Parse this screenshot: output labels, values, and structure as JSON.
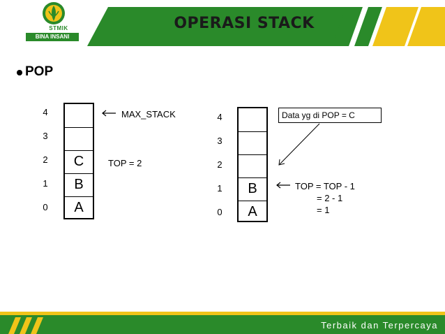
{
  "logo": {
    "name": "STMIK",
    "subtitle": "BINA INSANI"
  },
  "header": {
    "title": "OPERASI STACK"
  },
  "bullet": {
    "text": "POP"
  },
  "diagram_before": {
    "indices": [
      "4",
      "3",
      "2",
      "1",
      "0"
    ],
    "cells": [
      "",
      "",
      "C",
      "B",
      "A"
    ],
    "max_label": "MAX_STACK",
    "top_label": "TOP = 2"
  },
  "diagram_after": {
    "indices": [
      "4",
      "3",
      "2",
      "1",
      "0"
    ],
    "cells": [
      "",
      "",
      "",
      "B",
      "A"
    ],
    "callout": "Data yg di POP = C",
    "calc_line1": "TOP = TOP - 1",
    "calc_line2": "= 2 - 1",
    "calc_line3": "=  1"
  },
  "footer": {
    "tagline": "Terbaik dan Terpercaya"
  },
  "colors": {
    "green": "#2a8a2a",
    "yellow": "#f0c419",
    "dark_green": "#1e6e1e"
  }
}
